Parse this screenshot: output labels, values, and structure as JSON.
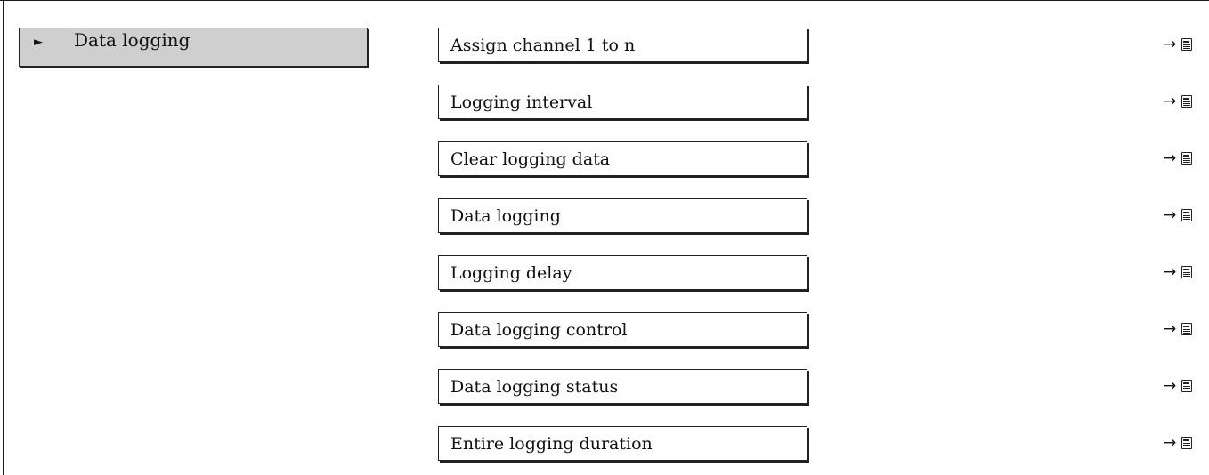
{
  "submenu": {
    "arrow": "►",
    "label": "Data logging"
  },
  "parameters": [
    {
      "label": "Assign channel 1 to n",
      "ref_arrow": "→",
      "ref_icon": "document-icon"
    },
    {
      "label": "Logging interval",
      "ref_arrow": "→",
      "ref_icon": "document-icon"
    },
    {
      "label": "Clear logging data",
      "ref_arrow": "→",
      "ref_icon": "document-icon"
    },
    {
      "label": "Data logging",
      "ref_arrow": "→",
      "ref_icon": "document-icon"
    },
    {
      "label": "Logging delay",
      "ref_arrow": "→",
      "ref_icon": "document-icon"
    },
    {
      "label": "Data logging control",
      "ref_arrow": "→",
      "ref_icon": "document-icon"
    },
    {
      "label": "Data logging status",
      "ref_arrow": "→",
      "ref_icon": "document-icon"
    },
    {
      "label": "Entire logging duration",
      "ref_arrow": "→",
      "ref_icon": "document-icon"
    }
  ]
}
